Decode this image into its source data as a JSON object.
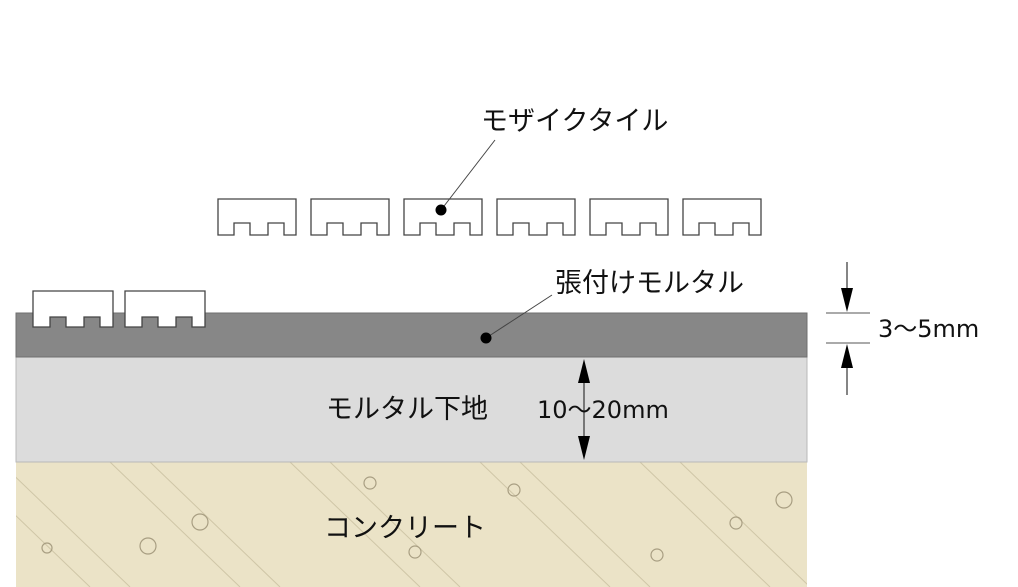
{
  "labels": {
    "mosaic_tile": "モザイクタイル",
    "bonding_mortar": "張付けモルタル",
    "mortar_base": "モルタル下地",
    "concrete": "コンクリート",
    "bonding_thickness": "3〜5mm",
    "base_thickness": "10〜20mm"
  },
  "colors": {
    "bonding_mortar": "#878787",
    "mortar_base": "#dcdcdc",
    "concrete": "#ebe3c7",
    "hatch": "#cfc6a7",
    "outline": "#444444",
    "text": "#111111"
  }
}
